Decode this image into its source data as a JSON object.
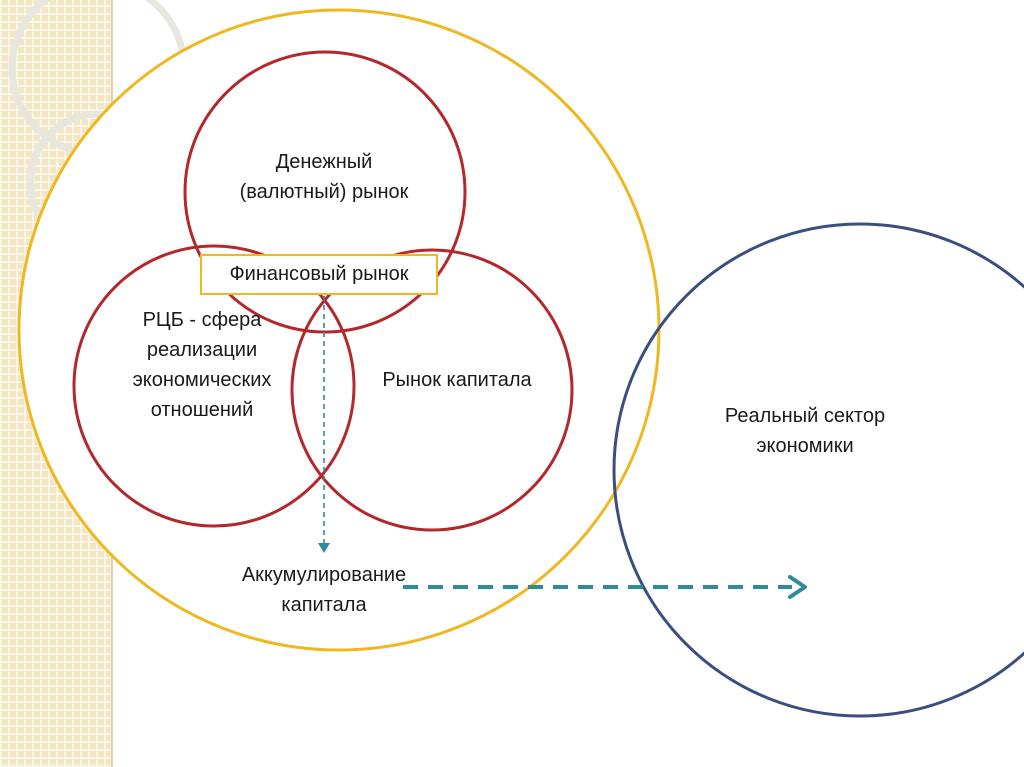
{
  "diagram": {
    "money_market": "Денежный\n(валютный) рынок",
    "financial_market": "Финансовый рынок",
    "securities_market": "РЦБ - сфера\nреализации\nэкономических\nотношений",
    "capital_market": "Рынок капитала",
    "accumulation": "Аккумулирование\nкапитала",
    "real_sector": "Реальный сектор\nэкономики"
  },
  "colors": {
    "outer_circle": "#efb720",
    "market_circles": "#b3282d",
    "real_sector_circle": "#3a4f7f",
    "arrows": "#2e8b99",
    "side_strip": "#f3e6c4"
  },
  "icons": [
    "dashed-arrow-down-icon",
    "dashed-arrow-right-icon"
  ]
}
